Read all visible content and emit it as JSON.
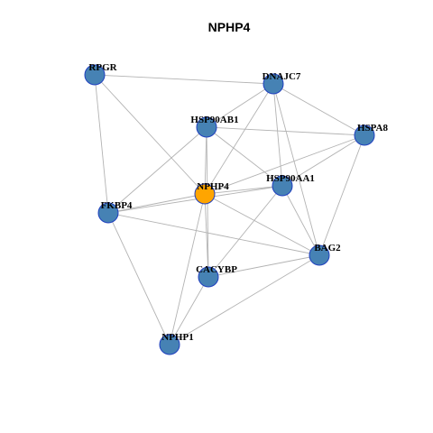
{
  "title": "NPHP4",
  "colors": {
    "node_fill": "#4682b4",
    "center_fill": "#ffa500",
    "node_border": "#1f3fbf",
    "edge": "#b3b3b3"
  },
  "nodes": [
    {
      "id": "RPGR",
      "label": "RPGR"
    },
    {
      "id": "DNAJC7",
      "label": "DNAJC7"
    },
    {
      "id": "HSP90AB1",
      "label": "HSP90AB1"
    },
    {
      "id": "HSPA8",
      "label": "HSPA8"
    },
    {
      "id": "HSP90AA1",
      "label": "HSP90AA1"
    },
    {
      "id": "NPHP4",
      "label": "NPHP4",
      "center": true
    },
    {
      "id": "FKBP4",
      "label": "FKBP4"
    },
    {
      "id": "BAG2",
      "label": "BAG2"
    },
    {
      "id": "CACYBP",
      "label": "CACYBP"
    },
    {
      "id": "NPHP1",
      "label": "NPHP1"
    }
  ],
  "edges": [
    [
      "RPGR",
      "DNAJC7"
    ],
    [
      "RPGR",
      "NPHP4"
    ],
    [
      "RPGR",
      "FKBP4"
    ],
    [
      "DNAJC7",
      "HSP90AB1"
    ],
    [
      "DNAJC7",
      "HSPA8"
    ],
    [
      "DNAJC7",
      "NPHP4"
    ],
    [
      "DNAJC7",
      "HSP90AA1"
    ],
    [
      "DNAJC7",
      "BAG2"
    ],
    [
      "HSP90AB1",
      "HSPA8"
    ],
    [
      "HSP90AB1",
      "NPHP4"
    ],
    [
      "HSP90AB1",
      "HSP90AA1"
    ],
    [
      "HSP90AB1",
      "FKBP4"
    ],
    [
      "HSP90AB1",
      "CACYBP"
    ],
    [
      "HSPA8",
      "HSP90AA1"
    ],
    [
      "HSPA8",
      "NPHP4"
    ],
    [
      "HSPA8",
      "BAG2"
    ],
    [
      "HSP90AA1",
      "NPHP4"
    ],
    [
      "HSP90AA1",
      "FKBP4"
    ],
    [
      "HSP90AA1",
      "BAG2"
    ],
    [
      "HSP90AA1",
      "CACYBP"
    ],
    [
      "NPHP4",
      "FKBP4"
    ],
    [
      "NPHP4",
      "BAG2"
    ],
    [
      "NPHP4",
      "CACYBP"
    ],
    [
      "NPHP4",
      "NPHP1"
    ],
    [
      "FKBP4",
      "BAG2"
    ],
    [
      "FKBP4",
      "NPHP1"
    ],
    [
      "BAG2",
      "CACYBP"
    ],
    [
      "BAG2",
      "NPHP1"
    ],
    [
      "CACYBP",
      "NPHP1"
    ]
  ]
}
